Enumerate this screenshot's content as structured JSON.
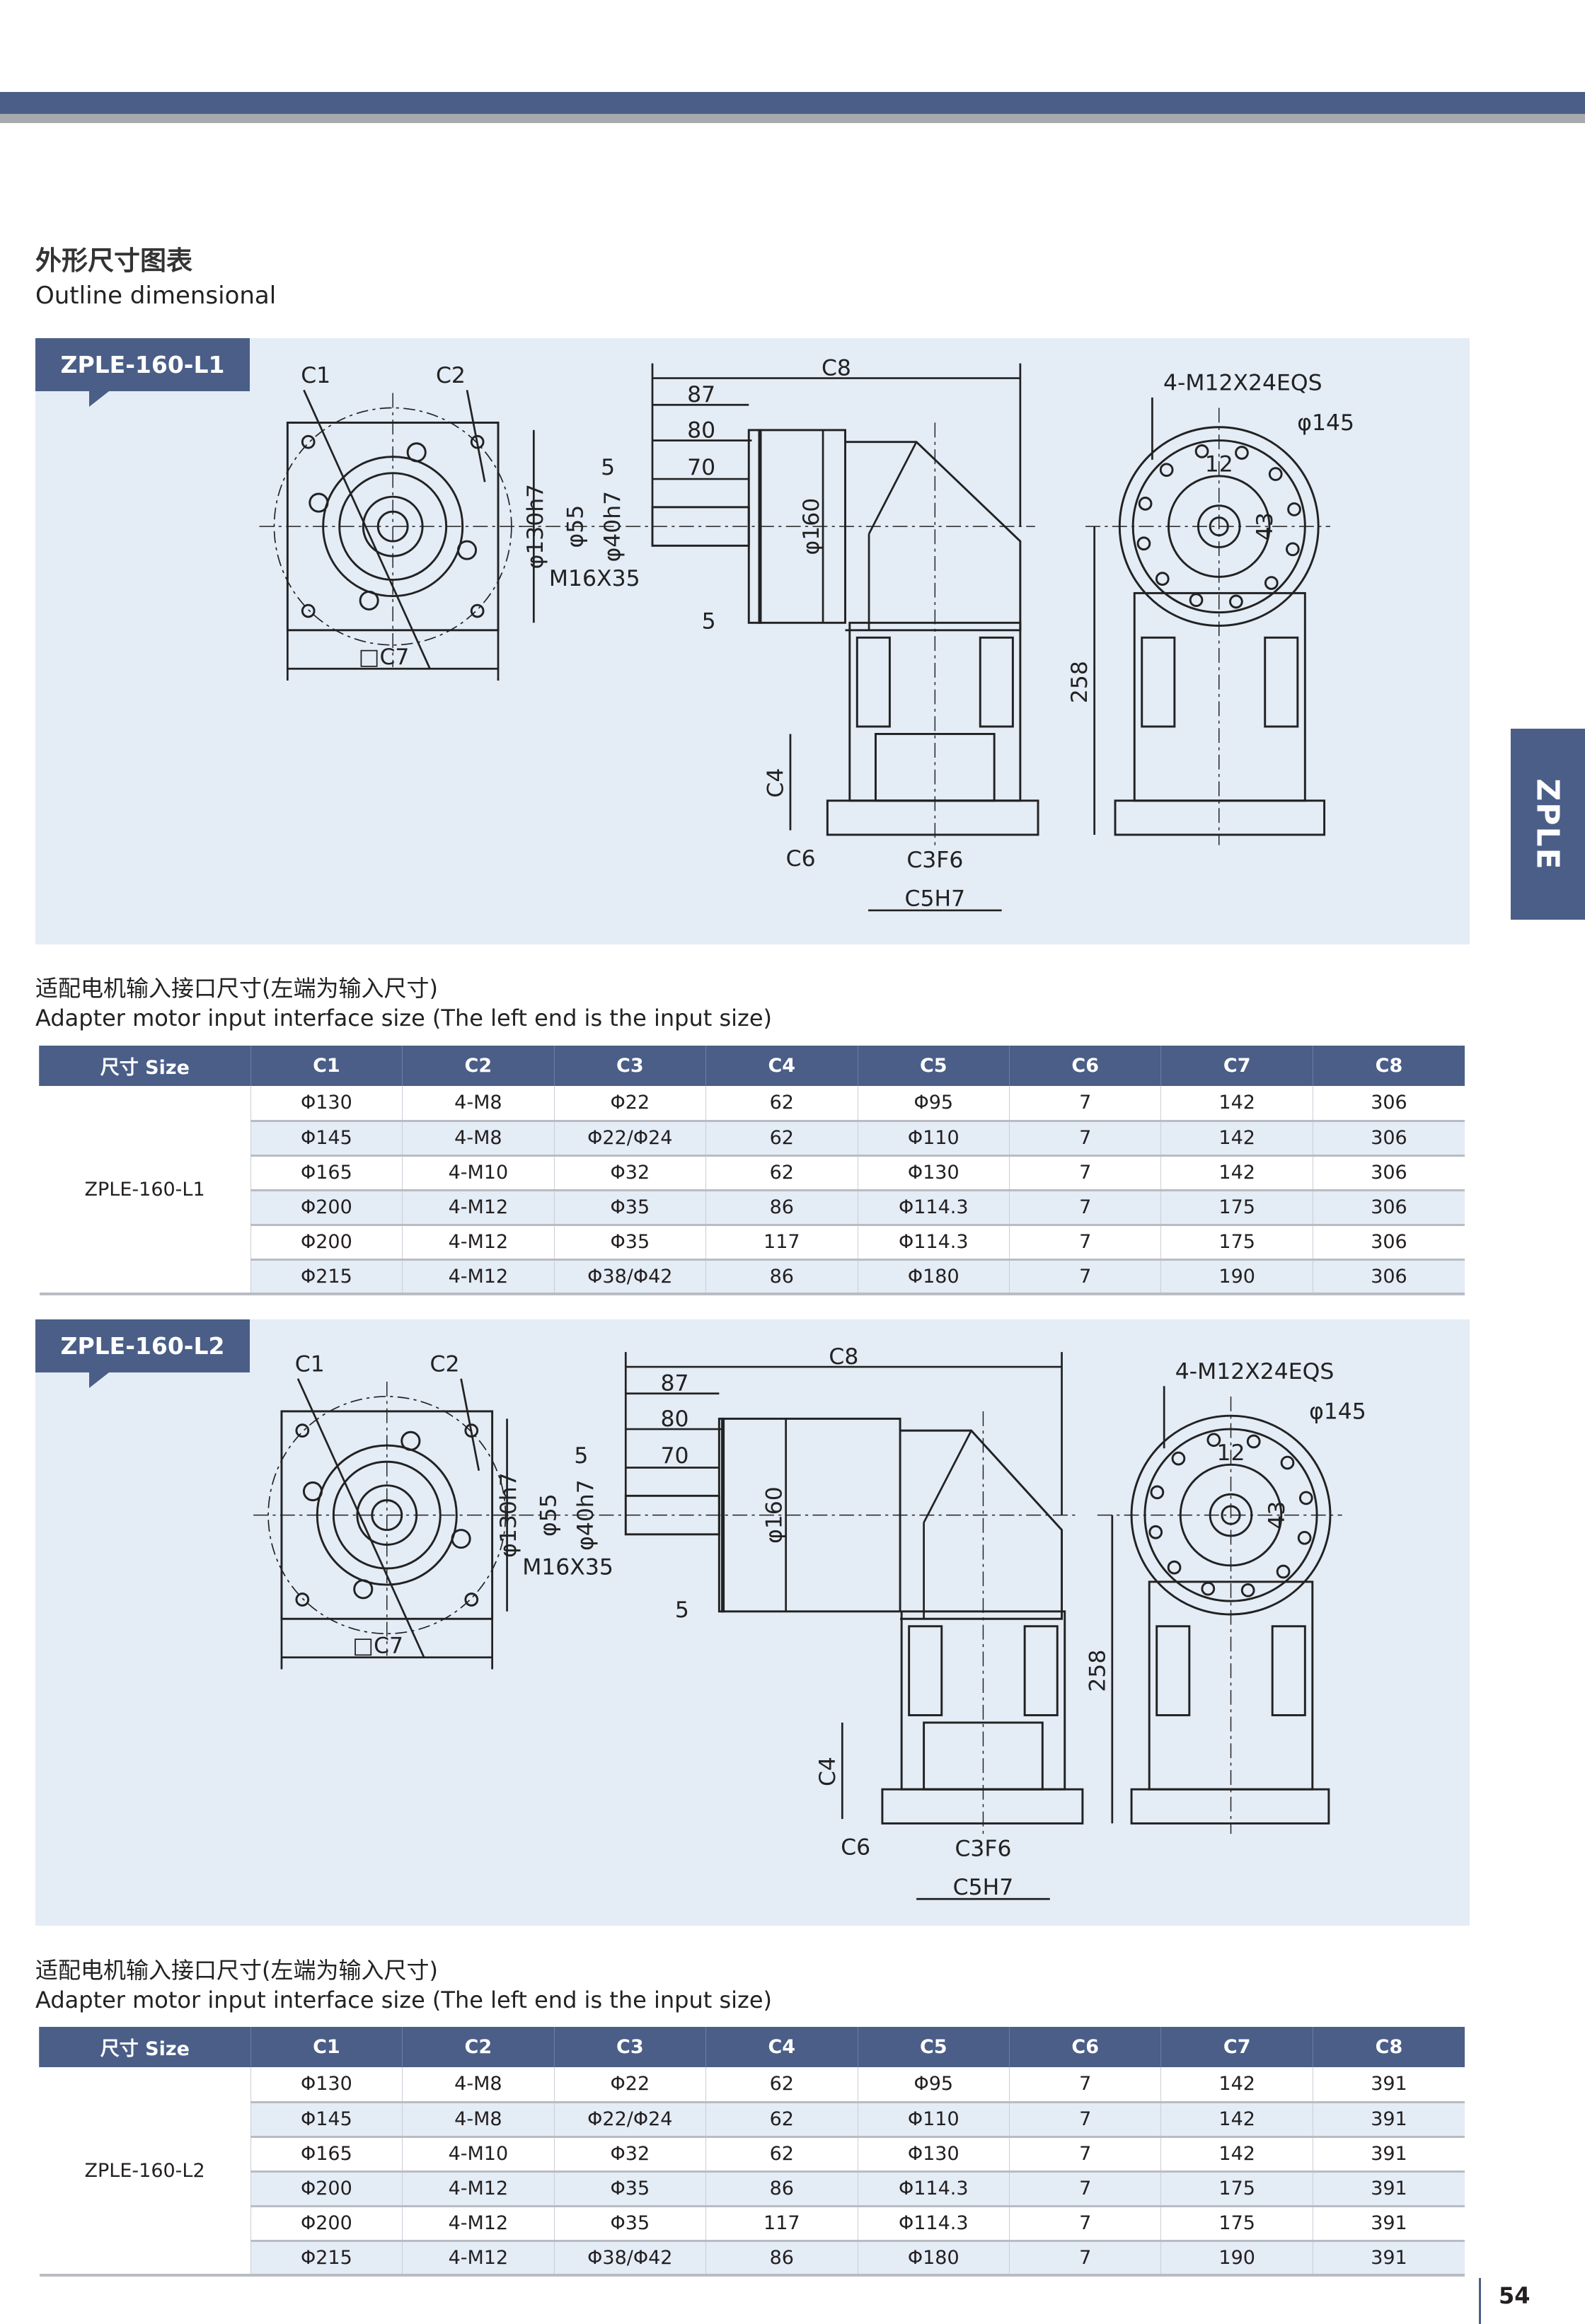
{
  "header": {
    "title_cn": "外形尺寸图表",
    "title_en": "Outline dimensional"
  },
  "side_tab": "ZPLE",
  "page_number": "54",
  "colors": {
    "accent": "#4a5e87",
    "panel": "#e4ecf6",
    "rule": "#a7a9ac"
  },
  "sections": [
    {
      "model": "ZPLE-160-L1",
      "labels": {
        "c1": "C1",
        "c2": "C2",
        "c7": "□C7",
        "c8": "C8",
        "d87": "87",
        "d80": "80",
        "d70": "70",
        "d5a": "5",
        "d5b": "5",
        "phi130": "φ130h7",
        "phi55": "φ55",
        "phi40": "φ40h7",
        "m16": "M16X35",
        "phi160": "φ160",
        "c4": "C4",
        "c6": "C6",
        "c3": "C3F6",
        "c5": "C5H7",
        "d258": "258",
        "bolt": "4-M12X24EQS",
        "phi145": "φ145",
        "d12": "12",
        "d43": "43"
      },
      "subtitle_cn": "适配电机输入接口尺寸(左端为输入尺寸)",
      "subtitle_en": "Adapter motor input interface size (The left end is the input size)",
      "table": {
        "headers": [
          "尺寸 Size",
          "C1",
          "C2",
          "C3",
          "C4",
          "C5",
          "C6",
          "C7",
          "C8"
        ],
        "rows": [
          [
            "Φ130",
            "4-M8",
            "Φ22",
            "62",
            "Φ95",
            "7",
            "142",
            "306"
          ],
          [
            "Φ145",
            "4-M8",
            "Φ22/Φ24",
            "62",
            "Φ110",
            "7",
            "142",
            "306"
          ],
          [
            "Φ165",
            "4-M10",
            "Φ32",
            "62",
            "Φ130",
            "7",
            "142",
            "306"
          ],
          [
            "Φ200",
            "4-M12",
            "Φ35",
            "86",
            "Φ114.3",
            "7",
            "175",
            "306"
          ],
          [
            "Φ200",
            "4-M12",
            "Φ35",
            "117",
            "Φ114.3",
            "7",
            "175",
            "306"
          ],
          [
            "Φ215",
            "4-M12",
            "Φ38/Φ42",
            "86",
            "Φ180",
            "7",
            "190",
            "306"
          ]
        ]
      }
    },
    {
      "model": "ZPLE-160-L2",
      "labels": {
        "c1": "C1",
        "c2": "C2",
        "c7": "□C7",
        "c8": "C8",
        "d87": "87",
        "d80": "80",
        "d70": "70",
        "d5a": "5",
        "d5b": "5",
        "phi130": "φ130h7",
        "phi55": "φ55",
        "phi40": "φ40h7",
        "m16": "M16X35",
        "phi160": "φ160",
        "c4": "C4",
        "c6": "C6",
        "c3": "C3F6",
        "c5": "C5H7",
        "d258": "258",
        "bolt": "4-M12X24EQS",
        "phi145": "φ145",
        "d12": "12",
        "d43": "43"
      },
      "subtitle_cn": "适配电机输入接口尺寸(左端为输入尺寸)",
      "subtitle_en": "Adapter motor input interface size (The left end is the input size)",
      "table": {
        "headers": [
          "尺寸 Size",
          "C1",
          "C2",
          "C3",
          "C4",
          "C5",
          "C6",
          "C7",
          "C8"
        ],
        "rows": [
          [
            "Φ130",
            "4-M8",
            "Φ22",
            "62",
            "Φ95",
            "7",
            "142",
            "391"
          ],
          [
            "Φ145",
            "4-M8",
            "Φ22/Φ24",
            "62",
            "Φ110",
            "7",
            "142",
            "391"
          ],
          [
            "Φ165",
            "4-M10",
            "Φ32",
            "62",
            "Φ130",
            "7",
            "142",
            "391"
          ],
          [
            "Φ200",
            "4-M12",
            "Φ35",
            "86",
            "Φ114.3",
            "7",
            "175",
            "391"
          ],
          [
            "Φ200",
            "4-M12",
            "Φ35",
            "117",
            "Φ114.3",
            "7",
            "175",
            "391"
          ],
          [
            "Φ215",
            "4-M12",
            "Φ38/Φ42",
            "86",
            "Φ180",
            "7",
            "190",
            "391"
          ]
        ]
      }
    }
  ]
}
